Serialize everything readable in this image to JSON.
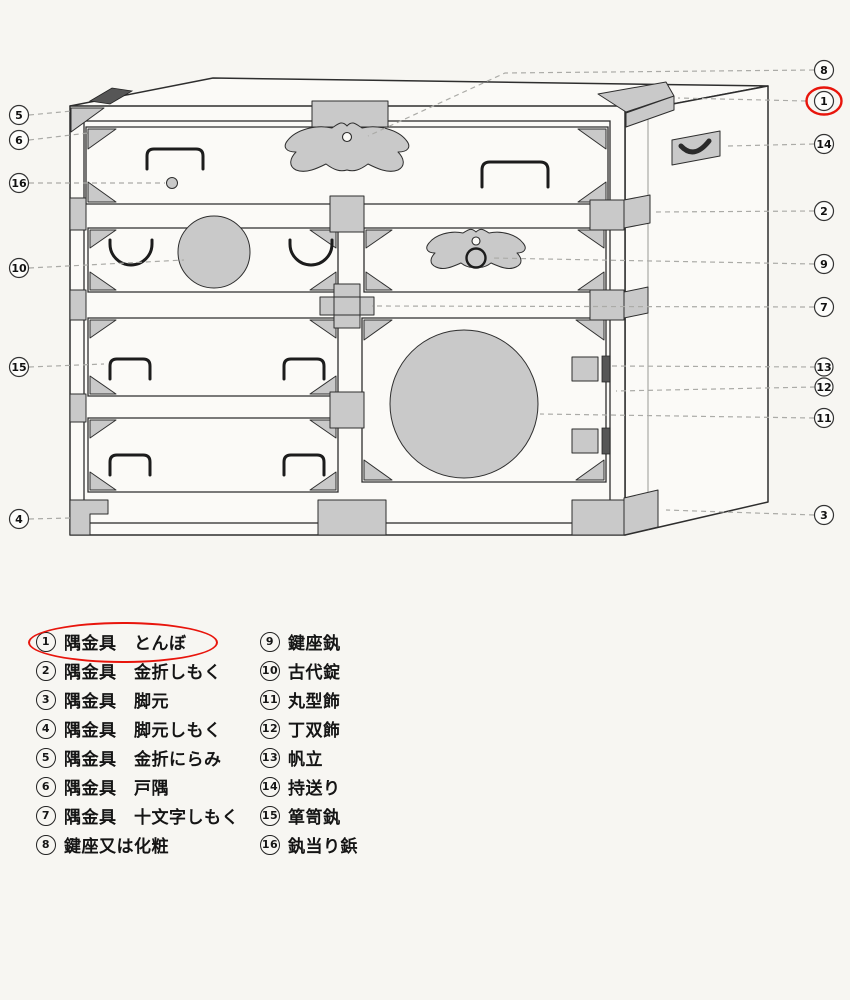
{
  "colors": {
    "highlight_red": "#e8150c",
    "fitting_gray": "#c9c9c9",
    "line": "#2e2e2e",
    "paper": "#f7f6f2"
  },
  "callouts": {
    "n1": "1",
    "n2": "2",
    "n3": "3",
    "n4": "4",
    "n5": "5",
    "n6": "6",
    "n7": "7",
    "n8": "8",
    "n9": "9",
    "n10": "10",
    "n11": "11",
    "n12": "12",
    "n13": "13",
    "n14": "14",
    "n15": "15",
    "n16": "16"
  },
  "legend": {
    "highlighted_item": "1",
    "columns": [
      {
        "items": [
          {
            "num": "1",
            "label": "隅金具　とんぼ"
          },
          {
            "num": "2",
            "label": "隅金具　金折しもく"
          },
          {
            "num": "3",
            "label": "隅金具　脚元"
          },
          {
            "num": "4",
            "label": "隅金具　脚元しもく"
          },
          {
            "num": "5",
            "label": "隅金具　金折にらみ"
          },
          {
            "num": "6",
            "label": "隅金具　戸隅"
          },
          {
            "num": "7",
            "label": "隅金具　十文字しもく"
          },
          {
            "num": "8",
            "label": "鍵座又は化粧"
          }
        ]
      },
      {
        "items": [
          {
            "num": "9",
            "label": "鍵座釻"
          },
          {
            "num": "10",
            "label": "古代錠"
          },
          {
            "num": "11",
            "label": "丸型飾"
          },
          {
            "num": "12",
            "label": "丁双飾"
          },
          {
            "num": "13",
            "label": "帆立"
          },
          {
            "num": "14",
            "label": "持送り"
          },
          {
            "num": "15",
            "label": "箪笥釻"
          },
          {
            "num": "16",
            "label": "釻当り鋲"
          }
        ]
      }
    ]
  }
}
